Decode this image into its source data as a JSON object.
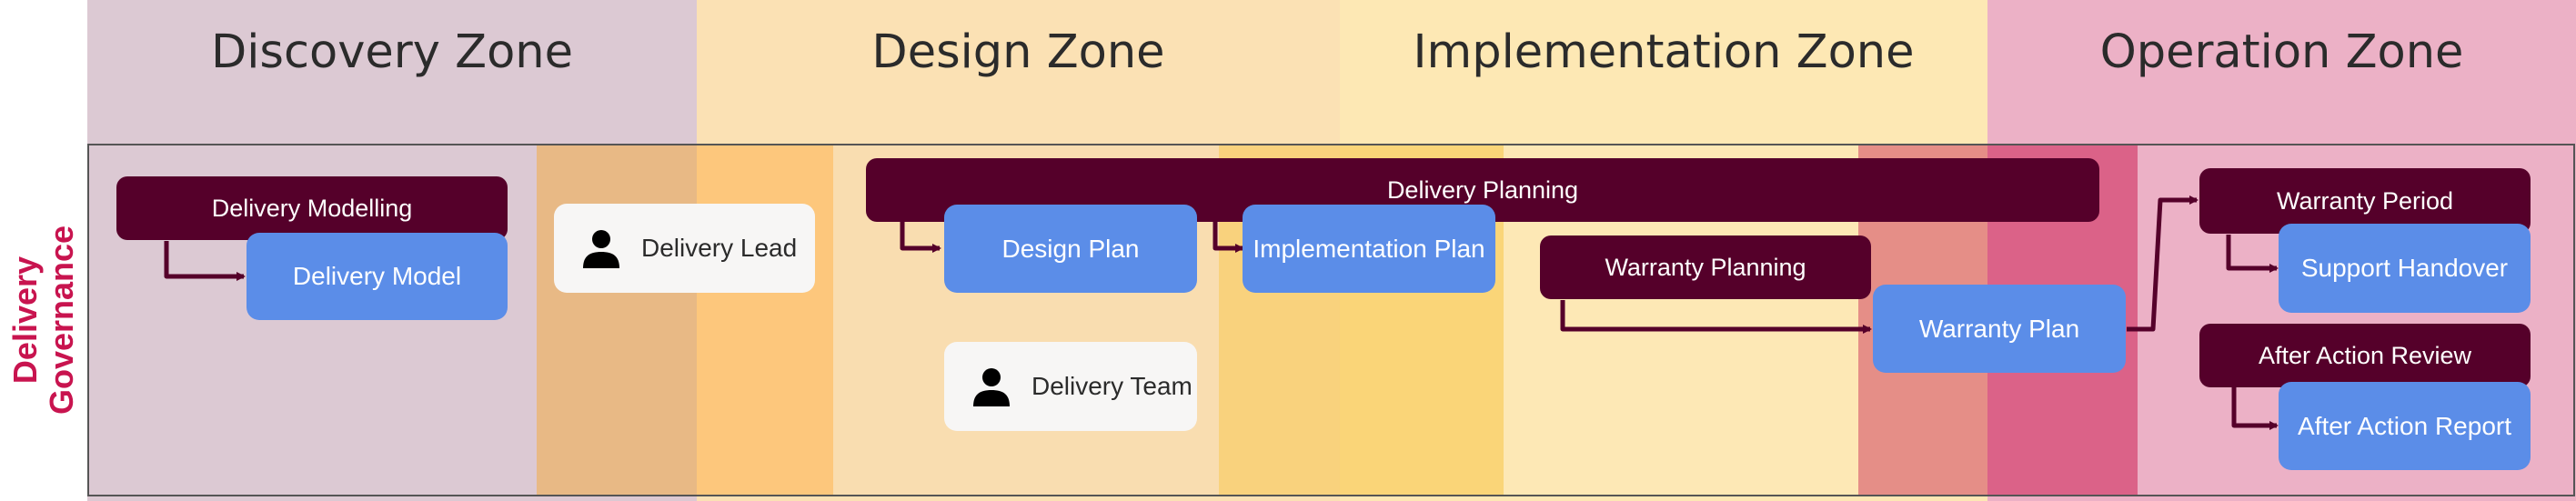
{
  "zones": [
    {
      "title": "Discovery Zone",
      "color": "#dcc9d3"
    },
    {
      "title": "Design Zone",
      "color": "#fbe1b4"
    },
    {
      "title": "Implementation Zone",
      "color": "#fde8b4"
    },
    {
      "title": "Operation Zone",
      "color": "#ecb1c6"
    }
  ],
  "row_label": "Delivery\nGovernance",
  "nodes": {
    "delivery_modelling": "Delivery Modelling",
    "delivery_model": "Delivery Model",
    "delivery_lead": "Delivery Lead",
    "delivery_planning": "Delivery Planning",
    "design_plan": "Design Plan",
    "implementation_plan": "Implementation Plan",
    "delivery_team": "Delivery Team",
    "warranty_planning": "Warranty Planning",
    "warranty_plan": "Warranty Plan",
    "warranty_period": "Warranty Period",
    "support_handover": "Support Handover",
    "after_action_review": "After Action Review",
    "after_action_report": "After Action Report"
  },
  "icons": {
    "person": "person-icon"
  },
  "colors": {
    "process": "#55002a",
    "artifact": "#5b8de8",
    "role": "#f7f6f5",
    "connector": "#55002a",
    "row_label": "#c8144f"
  }
}
